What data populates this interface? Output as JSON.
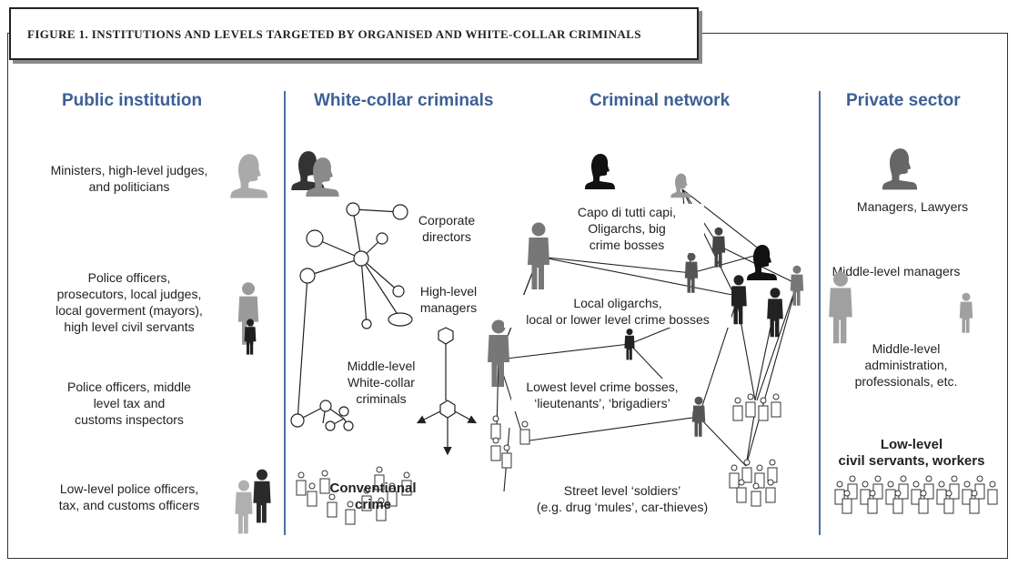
{
  "figure_title": "FIGURE 1. INSTITUTIONS AND LEVELS TARGETED BY ORGANISED AND WHITE-COLLAR CRIMINALS",
  "columns": {
    "public": "Public institution",
    "white_collar": "White-collar criminals",
    "network": "Criminal network",
    "private": "Private sector"
  },
  "public": {
    "l1": [
      "Ministers, high-level judges,",
      "and politicians"
    ],
    "l2": [
      "Police officers,",
      "prosecutors, local judges,",
      "local goverment (mayors),",
      "high level civil servants"
    ],
    "l3": [
      "Police officers, middle",
      "level tax and",
      "customs inspectors"
    ],
    "l4": [
      "Low-level police officers,",
      "tax, and customs officers"
    ]
  },
  "white_collar": {
    "l1": [
      "Corporate",
      "directors"
    ],
    "l2": [
      "High-level",
      "managers"
    ],
    "l3": [
      "Middle-level",
      "White-collar",
      "criminals"
    ],
    "l4": [
      "Conventional",
      "crime"
    ]
  },
  "network": {
    "l1": [
      "Capo di tutti capi,",
      "Oligarchs, big",
      "crime bosses"
    ],
    "l2": [
      "Local oligarchs,",
      "local or lower level crime bosses"
    ],
    "l3": [
      "Lowest level crime bosses,",
      "‘lieutenants’, ‘brigadiers’"
    ],
    "l4": [
      "Street level ‘soldiers’",
      "(e.g. drug ‘mules’, car-thieves)"
    ]
  },
  "private": {
    "l1": "Managers, Lawyers",
    "l2": "Middle-level managers",
    "l3": [
      "Middle-level",
      "administration,",
      "professionals, etc."
    ],
    "l4": [
      "Low-level",
      "civil servants, workers"
    ]
  },
  "colors": {
    "heading": "#3d5f96",
    "divider": "#4a6fa5",
    "dark": "#222222",
    "grey": "#999999"
  }
}
